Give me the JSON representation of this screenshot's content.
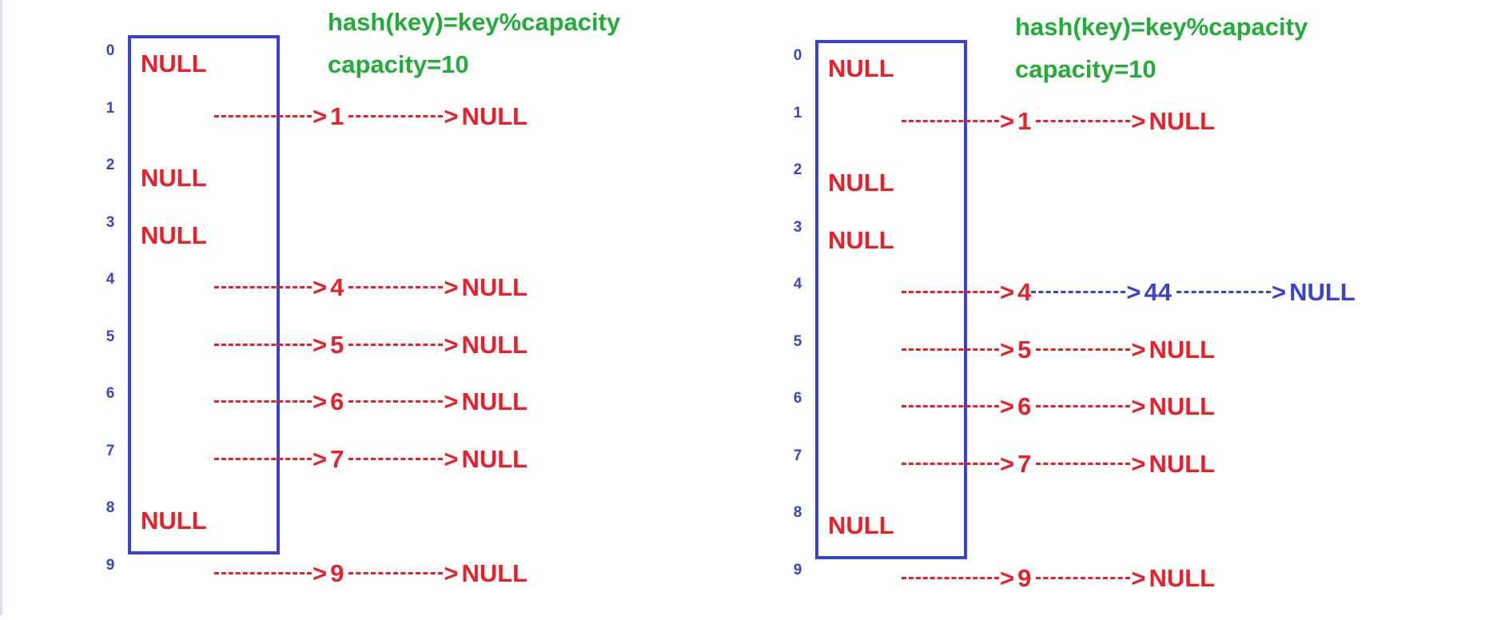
{
  "panels": [
    {
      "formula": "hash(key)=key%capacity",
      "capacity": "capacity=10",
      "slots": [
        {
          "index": "0",
          "null": "NULL",
          "chain": []
        },
        {
          "index": "1",
          "null": "",
          "chain": [
            {
              "value": "1",
              "color": "#e8202a"
            }
          ]
        },
        {
          "index": "2",
          "null": "NULL",
          "chain": []
        },
        {
          "index": "3",
          "null": "NULL",
          "chain": []
        },
        {
          "index": "4",
          "null": "",
          "chain": [
            {
              "value": "4",
              "color": "#e8202a"
            }
          ]
        },
        {
          "index": "5",
          "null": "",
          "chain": [
            {
              "value": "5",
              "color": "#e8202a"
            }
          ]
        },
        {
          "index": "6",
          "null": "",
          "chain": [
            {
              "value": "6",
              "color": "#e8202a"
            }
          ]
        },
        {
          "index": "7",
          "null": "",
          "chain": [
            {
              "value": "7",
              "color": "#e8202a"
            }
          ]
        },
        {
          "index": "8",
          "null": "NULL",
          "chain": []
        },
        {
          "index": "9",
          "null": "",
          "chain": [
            {
              "value": "9",
              "color": "#e8202a"
            }
          ]
        }
      ]
    },
    {
      "formula": "hash(key)=key%capacity",
      "capacity": "capacity=10",
      "slots": [
        {
          "index": "0",
          "null": "NULL",
          "chain": []
        },
        {
          "index": "1",
          "null": "",
          "chain": [
            {
              "value": "1",
              "color": "#e8202a"
            }
          ]
        },
        {
          "index": "2",
          "null": "NULL",
          "chain": []
        },
        {
          "index": "3",
          "null": "NULL",
          "chain": []
        },
        {
          "index": "4",
          "null": "",
          "chain": [
            {
              "value": "4",
              "color": "#e8202a"
            },
            {
              "value": "44",
              "color": "#3b44c8"
            }
          ]
        },
        {
          "index": "5",
          "null": "",
          "chain": [
            {
              "value": "5",
              "color": "#e8202a"
            }
          ]
        },
        {
          "index": "6",
          "null": "",
          "chain": [
            {
              "value": "6",
              "color": "#e8202a"
            }
          ]
        },
        {
          "index": "7",
          "null": "",
          "chain": [
            {
              "value": "7",
              "color": "#e8202a"
            }
          ]
        },
        {
          "index": "8",
          "null": "NULL",
          "chain": []
        },
        {
          "index": "9",
          "null": "",
          "chain": [
            {
              "value": "9",
              "color": "#e8202a"
            }
          ]
        }
      ]
    }
  ],
  "null_label": "NULL",
  "colors": {
    "red": "#e8202a",
    "blue": "#3b44c8",
    "green": "#22ac38"
  }
}
